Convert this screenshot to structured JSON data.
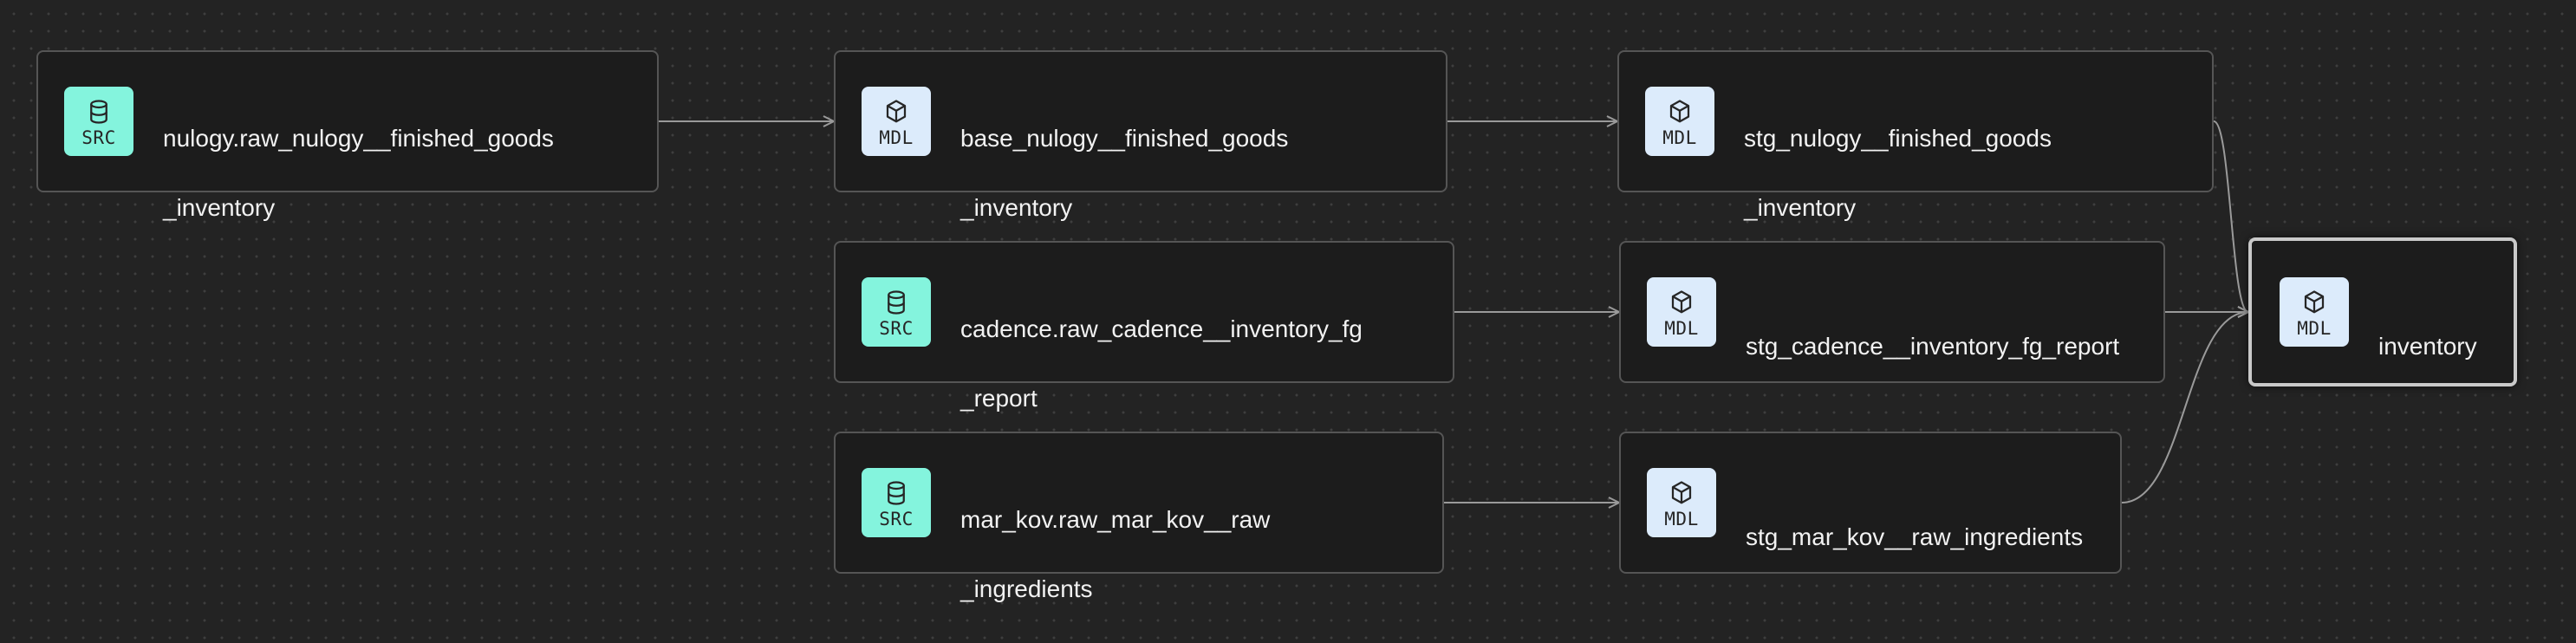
{
  "nodes": [
    {
      "id": "n1",
      "type": "source",
      "badge": "SRC",
      "label_line1": "nulogy.raw_nulogy__finished_goods",
      "label_line2": "_inventory"
    },
    {
      "id": "n2",
      "type": "model",
      "badge": "MDL",
      "label_line1": "base_nulogy__finished_goods",
      "label_line2": "_inventory"
    },
    {
      "id": "n3",
      "type": "model",
      "badge": "MDL",
      "label_line1": "stg_nulogy__finished_goods",
      "label_line2": "_inventory"
    },
    {
      "id": "n4",
      "type": "source",
      "badge": "SRC",
      "label_line1": "cadence.raw_cadence__inventory_fg",
      "label_line2": "_report"
    },
    {
      "id": "n5",
      "type": "model",
      "badge": "MDL",
      "label_line1": "stg_cadence__inventory_fg_report",
      "label_line2": ""
    },
    {
      "id": "n6",
      "type": "source",
      "badge": "SRC",
      "label_line1": "mar_kov.raw_mar_kov__raw",
      "label_line2": "_ingredients"
    },
    {
      "id": "n7",
      "type": "model",
      "badge": "MDL",
      "label_line1": "stg_mar_kov__raw_ingredients",
      "label_line2": ""
    },
    {
      "id": "n8",
      "type": "model",
      "badge": "MDL",
      "label_line1": "inventory",
      "label_line2": "",
      "selected": true
    }
  ],
  "edges": [
    {
      "from": "n1",
      "to": "n2"
    },
    {
      "from": "n2",
      "to": "n3"
    },
    {
      "from": "n4",
      "to": "n5"
    },
    {
      "from": "n6",
      "to": "n7"
    },
    {
      "from": "n3",
      "to": "n8"
    },
    {
      "from": "n5",
      "to": "n8"
    },
    {
      "from": "n7",
      "to": "n8"
    }
  ],
  "colors": {
    "background": "#232323",
    "node_fill": "#1c1c1c",
    "node_border": "#555555",
    "selected_border": "#c9c9c9",
    "src_badge": "#84f4dd",
    "mdl_badge": "#dcebfb",
    "edge": "#9a9a9a"
  },
  "icons": {
    "source": "database-icon",
    "model": "cube-icon"
  }
}
